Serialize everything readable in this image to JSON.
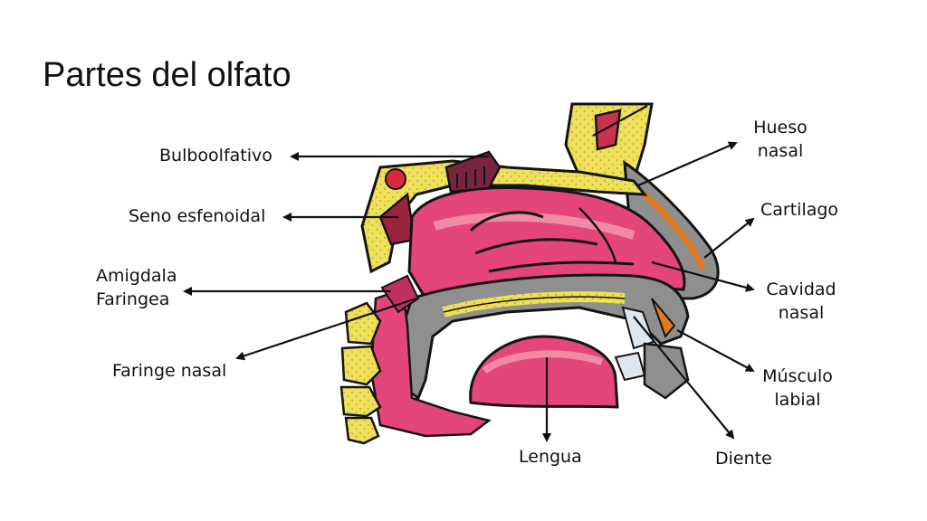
{
  "title": "Partes del olfato",
  "labels": {
    "bulbo": "Bulboolfativo",
    "seno": "Seno esfenoidal",
    "amigdala_1": "Amigdala",
    "amigdala_2": "Faringea",
    "faringe": "Faringe nasal",
    "hueso_1": "Hueso",
    "hueso_2": "nasal",
    "cartilago": "Cartilago",
    "cavidad_1": "Cavidad",
    "cavidad_2": "nasal",
    "musculo_1": "Músculo",
    "musculo_2": "labial",
    "lengua": "Lengua",
    "diente": "Diente"
  },
  "colors": {
    "bone": "#eee05a",
    "bone_dots": "#b59a2a",
    "mucosa": "#e4457a",
    "mucosa_light": "#f08aa6",
    "mucosa_dark": "#c0305f",
    "gray": "#8f8f8f",
    "bulb": "#7a2440",
    "cartilage": "#e07a1e",
    "outline": "#141414",
    "arrow": "#111111"
  }
}
